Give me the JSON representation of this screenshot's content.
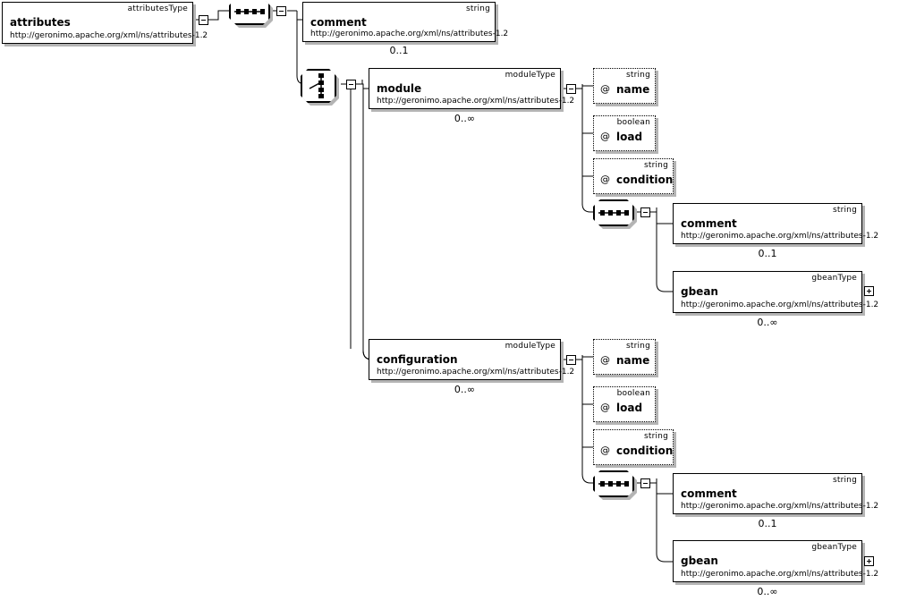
{
  "diagram": {
    "title": "attributes XML schema structure",
    "namespace": "http://geronimo.apache.org/xml/ns/attributes-1.2",
    "colors": {
      "line": "#000000",
      "box_fill": "#ffffff",
      "shadow": "#b4b4b4"
    }
  },
  "nodes": {
    "root": {
      "name": "attributes",
      "type": "attributesType",
      "namespace": "http://geronimo.apache.org/xml/ns/attributes-1.2",
      "cardinality": ""
    },
    "root_sequence": {
      "kind": "sequence-icon"
    },
    "root_comment": {
      "name": "comment",
      "type": "string",
      "namespace": "http://geronimo.apache.org/xml/ns/attributes-1.2",
      "cardinality": "0..1"
    },
    "root_choice": {
      "kind": "choice-icon"
    },
    "module": {
      "name": "module",
      "type": "moduleType",
      "namespace": "http://geronimo.apache.org/xml/ns/attributes-1.2",
      "cardinality": "0..∞"
    },
    "module_attr_name": {
      "at": "@",
      "name": "name",
      "type": "string"
    },
    "module_attr_load": {
      "at": "@",
      "name": "load",
      "type": "boolean"
    },
    "module_attr_condition": {
      "at": "@",
      "name": "condition",
      "type": "string"
    },
    "module_sequence": {
      "kind": "sequence-icon"
    },
    "module_comment": {
      "name": "comment",
      "type": "string",
      "namespace": "http://geronimo.apache.org/xml/ns/attributes-1.2",
      "cardinality": "0..1"
    },
    "module_gbean": {
      "name": "gbean",
      "type": "gbeanType",
      "namespace": "http://geronimo.apache.org/xml/ns/attributes-1.2",
      "cardinality": "0..∞"
    },
    "configuration": {
      "name": "configuration",
      "type": "moduleType",
      "namespace": "http://geronimo.apache.org/xml/ns/attributes-1.2",
      "cardinality": "0..∞"
    },
    "configuration_attr_name": {
      "at": "@",
      "name": "name",
      "type": "string"
    },
    "configuration_attr_load": {
      "at": "@",
      "name": "load",
      "type": "boolean"
    },
    "configuration_attr_condition": {
      "at": "@",
      "name": "condition",
      "type": "string"
    },
    "configuration_sequence": {
      "kind": "sequence-icon"
    },
    "configuration_comment": {
      "name": "comment",
      "type": "string",
      "namespace": "http://geronimo.apache.org/xml/ns/attributes-1.2",
      "cardinality": "0..1"
    },
    "configuration_gbean": {
      "name": "gbean",
      "type": "gbeanType",
      "namespace": "http://geronimo.apache.org/xml/ns/attributes-1.2",
      "cardinality": "0..∞"
    }
  }
}
